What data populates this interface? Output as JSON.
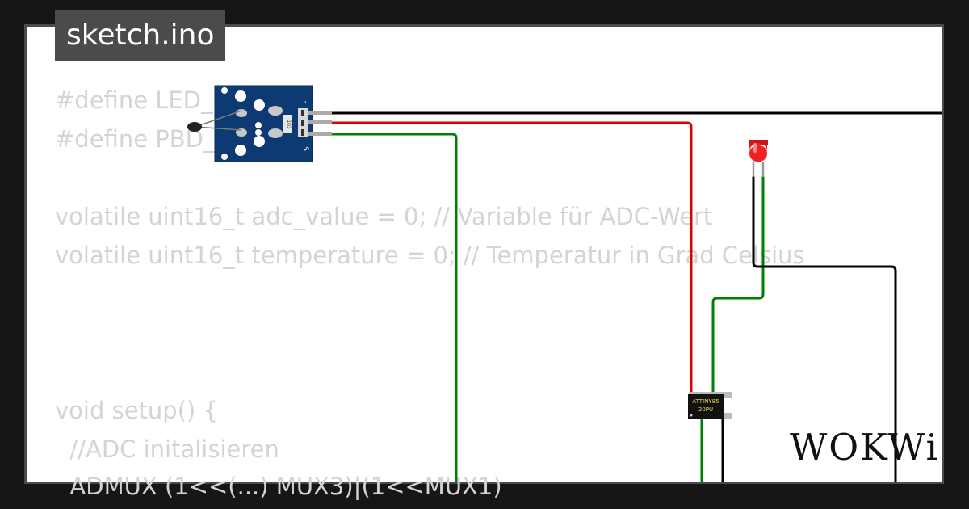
{
  "tab": {
    "title": "sketch.ino"
  },
  "code_lines": [
    "#define LED_",
    "#define PBD_",
    "volatile uint16_t adc_value = 0; // Variable für ADC-Wert",
    "volatile uint16_t temperature = 0; // Temperatur in Grad Celsius",
    "void setup() {",
    "  //ADC initalisieren",
    "  ADMUX (1<<(...) MUX3)|(1<<MUX1)"
  ],
  "components": {
    "sensor_module": {
      "resistor_label": "103",
      "pin_minus": "-",
      "pin_signal": "S"
    },
    "chip": {
      "line1": "ATTINY85",
      "line2": "20PU"
    },
    "led": {
      "color": "red"
    }
  },
  "brand": {
    "logo": "WOKWi"
  },
  "colors": {
    "background": "#161616",
    "canvas": "#ffffff",
    "badge": "#4b4b4b",
    "code_text": "#d4d4d4",
    "wire_black": "#000000",
    "wire_red": "#e00000",
    "wire_green": "#008000",
    "module": "#0e3a73",
    "led": "#ee2222"
  }
}
